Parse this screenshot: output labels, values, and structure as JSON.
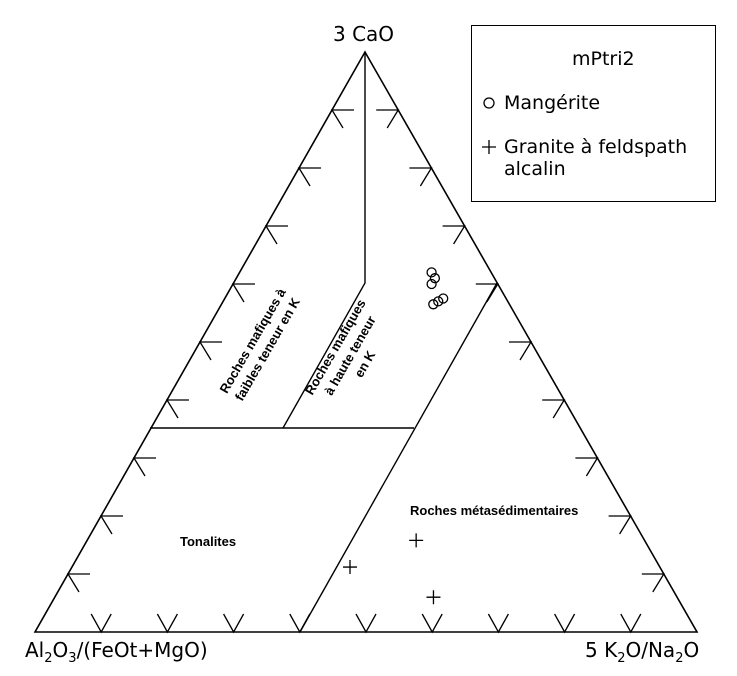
{
  "chart_data": {
    "type": "scatter",
    "subtype": "ternary",
    "axes": {
      "top": "3 CaO",
      "left": {
        "base": "Al",
        "sub1": "2",
        "mid": "O",
        "sub2": "3",
        "rest": "/(FeOt+MgO)"
      },
      "right": {
        "pre": "5 K",
        "sub1": "2",
        "rest": "O/Na",
        "sub2": "2",
        "end": "O"
      }
    },
    "tick_divisions": 10,
    "regions": {
      "low_k": [
        "Roches mafiques à",
        "faibles teneur en K"
      ],
      "high_k": [
        "Roches mafiques",
        "à haute teneur",
        "en K"
      ],
      "tonalites": "Tonalites",
      "metased": "Roches métasédimentaires"
    },
    "legend": {
      "title": "mPtri2",
      "entries": [
        {
          "symbol": "circle",
          "label": [
            "Mangérite"
          ]
        },
        {
          "symbol": "plus",
          "label": [
            "Granite à feldspath",
            "alcalin"
          ]
        }
      ]
    },
    "series": [
      {
        "name": "Mangérite",
        "marker": "circle",
        "points": [
          {
            "top": 0.62,
            "right": 0.29,
            "left": 0.09
          },
          {
            "top": 0.61,
            "right": 0.3,
            "left": 0.09
          },
          {
            "top": 0.6,
            "right": 0.3,
            "left": 0.1
          },
          {
            "top": 0.565,
            "right": 0.32,
            "left": 0.115
          },
          {
            "top": 0.57,
            "right": 0.325,
            "left": 0.105
          },
          {
            "top": 0.575,
            "right": 0.33,
            "left": 0.095
          }
        ]
      },
      {
        "name": "Granite à feldspath alcalin",
        "marker": "plus",
        "points": [
          {
            "top": 0.158,
            "right": 0.497,
            "left": 0.345
          },
          {
            "top": 0.112,
            "right": 0.42,
            "left": 0.468
          },
          {
            "top": 0.06,
            "right": 0.572,
            "left": 0.368
          }
        ]
      }
    ]
  }
}
